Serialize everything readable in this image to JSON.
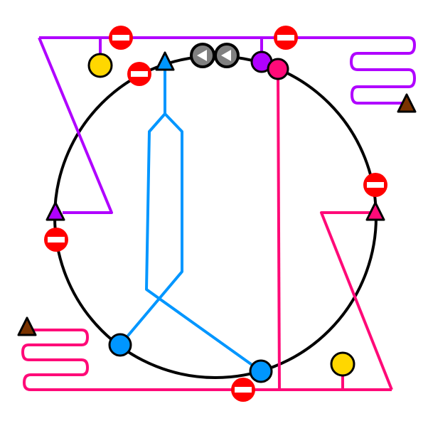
{
  "colors": {
    "loop": "#000000",
    "purple": "#b000ff",
    "pink": "#ff0a78",
    "blue": "#0096ff",
    "yellow": "#ffd700",
    "red": "#ff0000",
    "grey": "#808080",
    "brown": "#7a3300"
  },
  "pieces": {
    "stop_signs": 6,
    "reverse_switches": 2,
    "stations": 6,
    "triangles": 5
  }
}
